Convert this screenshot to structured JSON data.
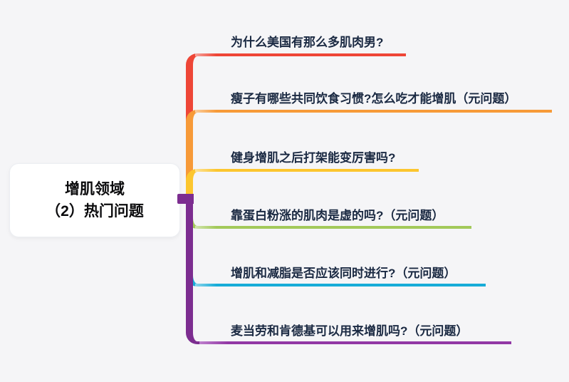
{
  "root": {
    "title_line1": "增肌领域",
    "title_line2": "（2）热门问题"
  },
  "branches": [
    {
      "label": "为什么美国有那么多肌肉男?",
      "color_name": "red"
    },
    {
      "label": "瘦子有哪些共同饮食习惯?怎么吃才能增肌（元问题）",
      "color_name": "orange"
    },
    {
      "label": "健身增肌之后打架能变厉害吗?",
      "color_name": "yellow"
    },
    {
      "label": "靠蛋白粉涨的肌肉是虚的吗?（元问题）",
      "color_name": "green"
    },
    {
      "label": "增肌和减脂是否应该同时进行?（元问题）",
      "color_name": "cyan"
    },
    {
      "label": "麦当劳和肯德基可以用来增肌吗?（元问题）",
      "color_name": "violet"
    }
  ],
  "colors": {
    "bg": "#f5f5f7",
    "node-bg": "#ffffff",
    "ink": "#1a2942",
    "red": "#ee4637",
    "orange": "#f79a38",
    "yellow": "#fcc62f",
    "green": "#a3c95a",
    "cyan": "#18acd8",
    "purple": "#7c2d90",
    "violet": "#9238a5"
  }
}
